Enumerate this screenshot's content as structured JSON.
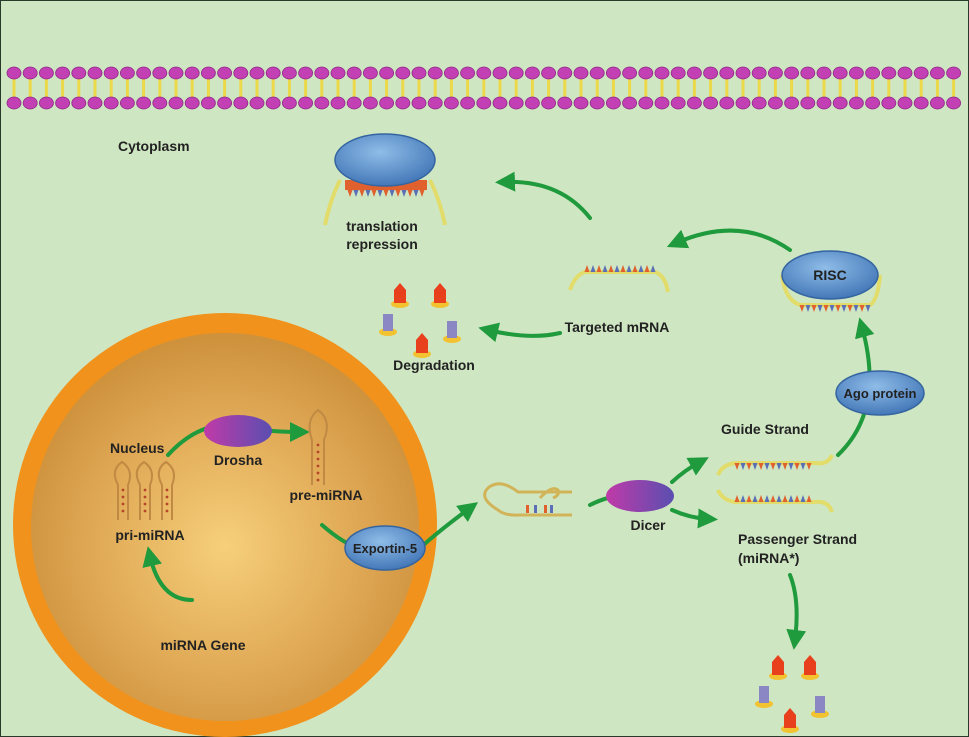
{
  "labels": {
    "cytoplasm": "Cytoplasm",
    "translation_line1": "translation",
    "translation_line2": "repression",
    "degradation": "Degradation",
    "targeted_mrna": "Targeted mRNA",
    "risc": "RISC",
    "ago_protein": "Ago protein",
    "guide_strand": "Guide Strand",
    "passenger_line1": "Passenger Strand",
    "passenger_line2": "(miRNA*)",
    "dicer": "Dicer",
    "exportin": "Exportin-5",
    "nucleus": "Nucleus",
    "drosha": "Drosha",
    "pre_mirna": "pre-miRNA",
    "pri_mirna": "pri-miRNA",
    "mirna_gene": "miRNA Gene"
  },
  "colors": {
    "background": "#cfe6c2",
    "membrane_head": "#c23fb4",
    "membrane_tail": "#ecd94a",
    "nucleus_rim": "#f0921c",
    "nucleus_core": "#d9a24c",
    "arrow": "#1f9a3c",
    "protein_blue": "#4f86c6",
    "protein_purple": "#8a3c9c",
    "rna_line": "#e2dc6a"
  },
  "icons": [
    "membrane-bilayer",
    "ribosome-icon",
    "risc-complex-icon",
    "degraded-fragment-icon",
    "hairpin-icon"
  ]
}
